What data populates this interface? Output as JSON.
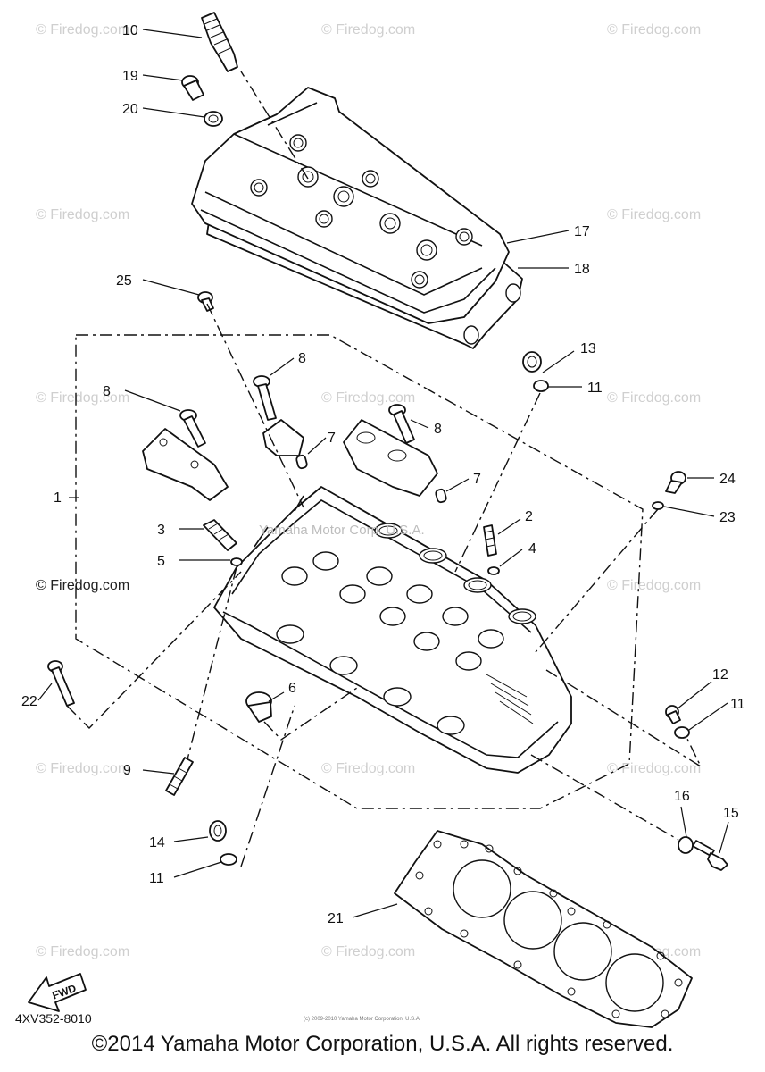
{
  "diagram_code": "4XV352-8010",
  "copyright": "©2014 Yamaha Motor Corporation, U.S.A. All rights reserved.",
  "small_copyright": "(c) 2009-2010 Yamaha Motor Corporation, U.S.A.",
  "center_watermark": "Yamaha Motor Corp. U.S.A.",
  "fwd_label": "FWD",
  "watermark_text": "© Firedog.com",
  "callouts": {
    "c1": "1",
    "c2": "2",
    "c3": "3",
    "c4": "4",
    "c5": "5",
    "c6": "6",
    "c7a": "7",
    "c7b": "7",
    "c8a": "8",
    "c8b": "8",
    "c8c": "8",
    "c9": "9",
    "c10": "10",
    "c11a": "11",
    "c11b": "11",
    "c11c": "11",
    "c12": "12",
    "c13": "13",
    "c14": "14",
    "c15": "15",
    "c16": "16",
    "c17": "17",
    "c18": "18",
    "c19": "19",
    "c20": "20",
    "c21": "21",
    "c22": "22",
    "c23": "23",
    "c24": "24",
    "c25": "25"
  }
}
